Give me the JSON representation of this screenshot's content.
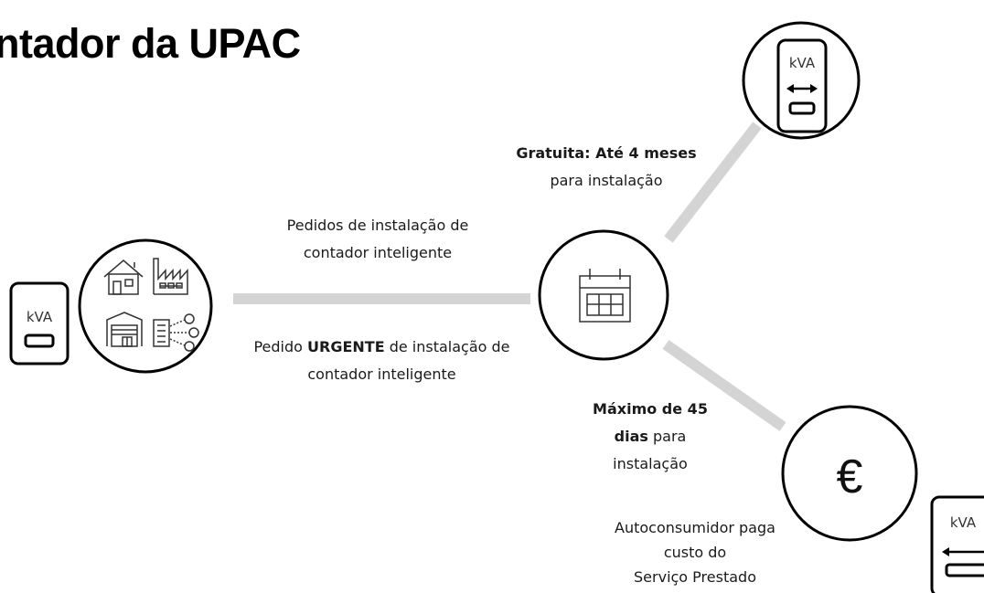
{
  "title": "ntador da UPAC",
  "meter_unit": "kVA",
  "currency_symbol": "€",
  "labels": {
    "gratuita_bold": "Gratuita: Até 4 meses",
    "gratuita_rest": "para instalação",
    "pedidos_line1": "Pedidos de instalação de",
    "pedidos_line2": "contador inteligente",
    "urgente_pre": "Pedido ",
    "urgente_bold": "URGENTE",
    "urgente_post": " de instalação de",
    "urgente_line2": "contador inteligente",
    "maximo_bold1": "Máximo de 45",
    "maximo_bold2": "dias",
    "maximo_rest": " para",
    "maximo_line3": "instalação",
    "auto_line1": "Autoconsumidor paga",
    "auto_line2": "custo do",
    "auto_line3": "Serviço Prestado"
  },
  "colors": {
    "connector": "#d4d4d4",
    "stroke": "#000000"
  }
}
